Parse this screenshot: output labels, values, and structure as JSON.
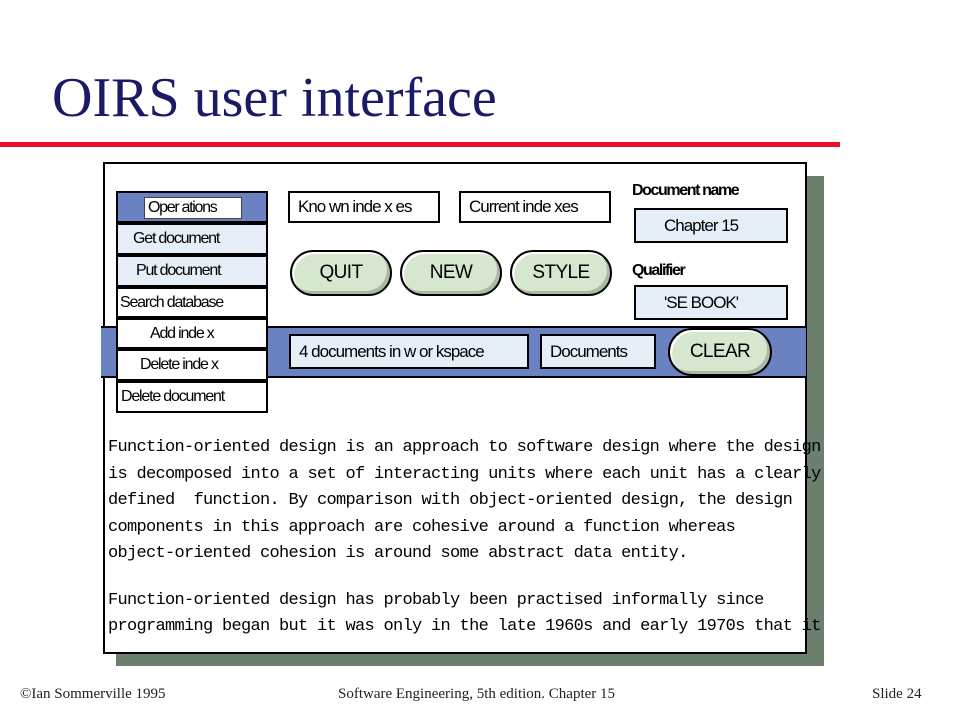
{
  "slide": {
    "title": "OIRS user interface",
    "footer_left": "©Ian Sommerville 1995",
    "footer_center": "Software Engineering, 5th edition. Chapter 15",
    "footer_right": "Slide 24"
  },
  "menu": {
    "header": "Oper ations",
    "items": [
      "Get document",
      "Put document",
      "Search database",
      "Add inde x",
      "Delete inde x",
      "Delete document"
    ]
  },
  "toolbar": {
    "known_indexes": "Kno wn inde  x es",
    "current_indexes": "Current inde      xes",
    "quit": "QUIT",
    "new": "NEW",
    "style": "STYLE"
  },
  "fields": {
    "document_name_label": "Document name",
    "document_name_value": "Chapter 15",
    "qualifier_label": "Qualifier",
    "qualifier_value": "'SE BOOK'"
  },
  "workspace": {
    "count": "4 documents in w       or kspace",
    "documents": "Documents",
    "clear": "CLEAR"
  },
  "document_text": {
    "p1": [
      "Function-oriented design is an approach to software design where the design",
      "is decomposed into a set of interacting units where each unit has a clearly",
      "defined  function. By comparison with object-oriented design, the design",
      "components in this approach are cohesive around a function whereas",
      "object-oriented cohesion is around some abstract data entity."
    ],
    "p2": [
      "Function-oriented design has probably been practised informally since",
      "programming began but it was only in the late 1960s and early 1970s that it"
    ]
  }
}
